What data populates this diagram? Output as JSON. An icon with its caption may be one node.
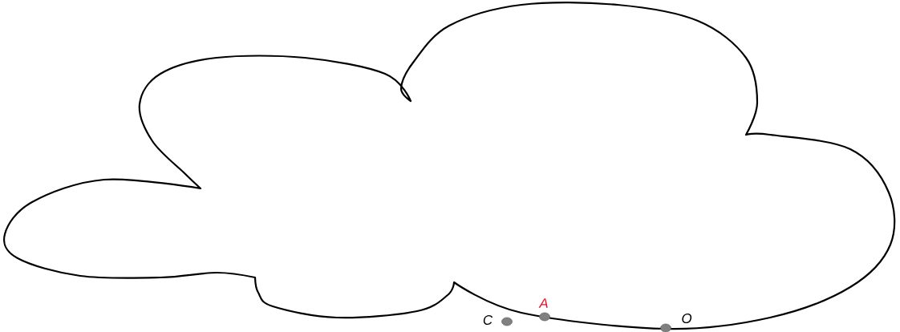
{
  "diagram": {
    "labels": [
      "C",
      "A",
      "O"
    ]
  }
}
